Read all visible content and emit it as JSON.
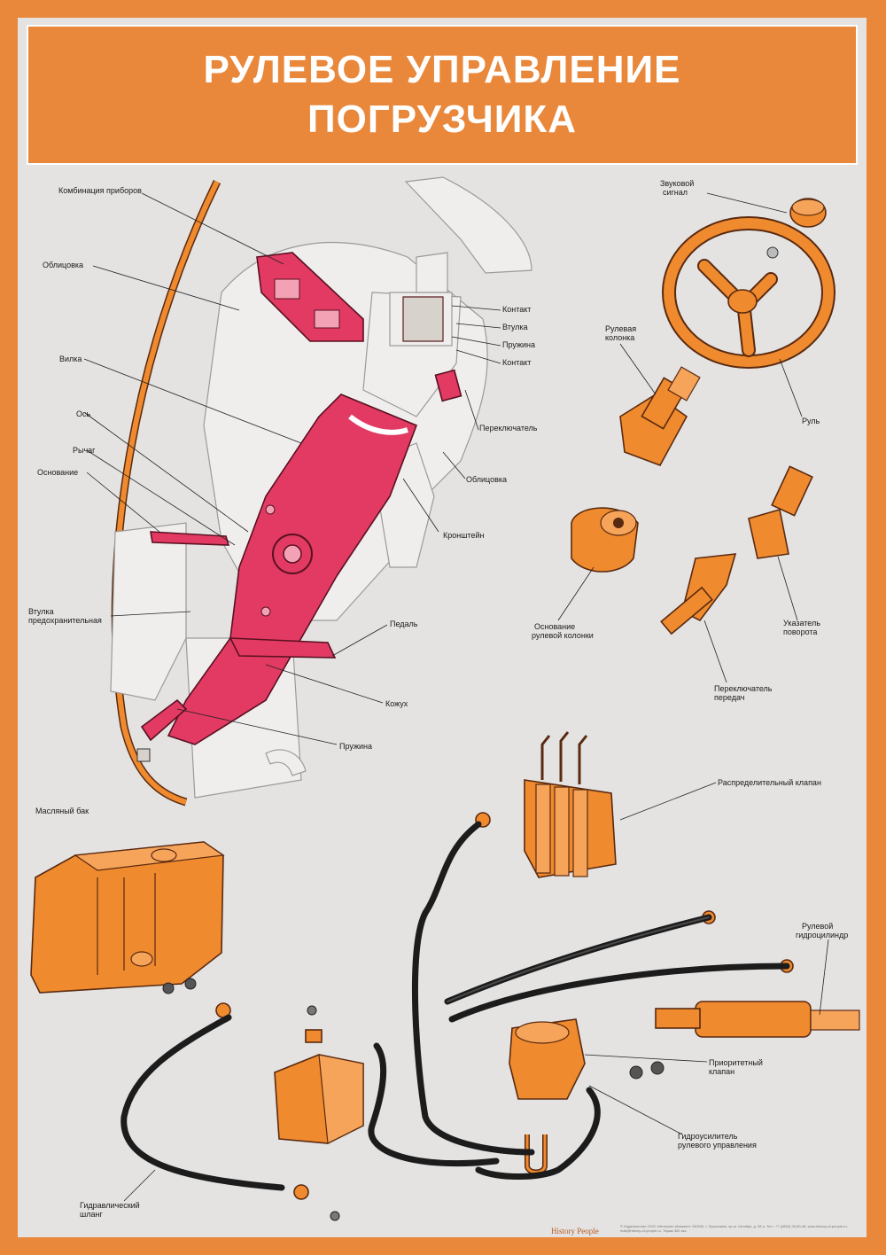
{
  "title": {
    "line1": "РУЛЕВОЕ УПРАВЛЕНИЕ",
    "line2": "ПОГРУЗЧИКА"
  },
  "labels": {
    "combo": "Комбинация приборов",
    "facing1": "Облицовка",
    "fork": "Вилка",
    "axis": "Ось",
    "lever": "Рычаг",
    "base": "Основание",
    "bush_safety_1": "Втулка",
    "bush_safety_2": "предохранительная",
    "contact1": "Контакт",
    "bush": "Втулка",
    "spring_top": "Пружина",
    "contact2": "Контакт",
    "switch": "Переключатель",
    "facing2": "Облицовка",
    "bracket": "Кронштейн",
    "pedal": "Педаль",
    "casing": "Кожух",
    "spring_bottom": "Пружина",
    "horn_1": "Звуковой",
    "horn_2": "сигнал",
    "column_1": "Рулевая",
    "column_2": "колонка",
    "wheel": "Руль",
    "colbase_1": "Основание",
    "colbase_2": "рулевой колонки",
    "turn_1": "Указатель",
    "turn_2": "поворота",
    "gear_1": "Переключатель",
    "gear_2": "передач",
    "distrib": "Распределительный клапан",
    "oiltank": "Масляный бак",
    "cyl_1": "Рулевой",
    "cyl_2": "гидроцилиндр",
    "prio_1": "Приоритетный",
    "prio_2": "клапан",
    "booster_1": "Гидроусилитель",
    "booster_2": "рулевого управления",
    "hose_1": "Гидравлический",
    "hose_2": "шланг"
  },
  "footer": {
    "brand": "History People",
    "imprint": "© Издательство ООО «Интернет-Магазин» 150040, г. Ярославль, пр-кт Октября, д. 38 а. Тел.: +7 (4852) 26-60-48, www.history-of-people.ru, mail@history-of-people.ru. Тираж 300 экз."
  },
  "colors": {
    "frame": "#e9873a",
    "panel": "#e4e3e2",
    "part_orange": "#f08a2e",
    "part_pink": "#e23a63",
    "hose": "#1c1c1c"
  }
}
